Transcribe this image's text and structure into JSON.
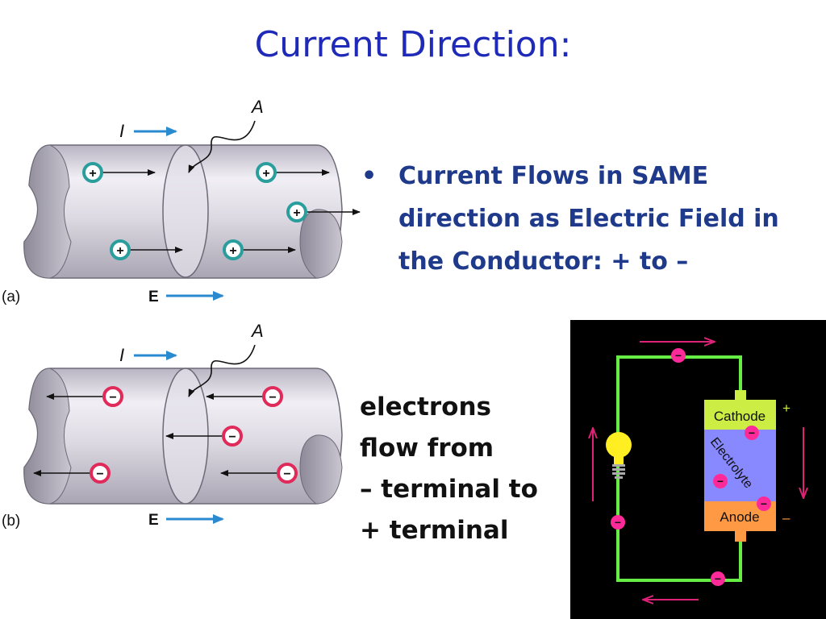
{
  "slide": {
    "title": "Current Direction:",
    "bullet_marker": "•",
    "bullet_lines": [
      "Current Flows in SAME",
      "direction as Electric Field in",
      "the Conductor: + to –"
    ],
    "electron_lines": [
      "electrons",
      "flow from",
      "– terminal to",
      "+ terminal"
    ]
  },
  "figure_a": {
    "panel_label": "(a)",
    "current_label": "I",
    "area_label": "A",
    "field_label": "E",
    "charge_sign": "+",
    "charge_color": "#2a9d9d"
  },
  "figure_b": {
    "panel_label": "(b)",
    "current_label": "I",
    "area_label": "A",
    "field_label": "E",
    "charge_sign": "−",
    "charge_color": "#e02a5a"
  },
  "circuit": {
    "cathode_label": "Cathode",
    "electrolyte_label": "Electrolyte",
    "anode_label": "Anode",
    "plus_sign": "+",
    "minus_sign": "–",
    "electron_sign": "−",
    "colors": {
      "background": "#000000",
      "wire": "#66ee44",
      "cathode": "#ccee44",
      "electrolyte": "#8888ff",
      "anode": "#ff9944",
      "electron": "#ff2a99",
      "arrow": "#dd2277",
      "bulb": "#ffee22"
    }
  },
  "colors": {
    "title": "#1f2bb8",
    "bullet_text": "#1f3a8a",
    "arrow_blue": "#2a8ad0",
    "wire_gray": "#d8d5de"
  }
}
